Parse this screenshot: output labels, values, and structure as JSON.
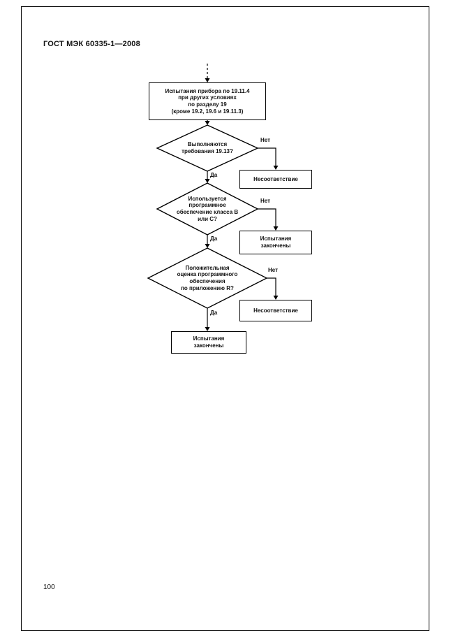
{
  "document": {
    "header": "ГОСТ МЭК 60335-1—2008",
    "page_number": "100"
  },
  "flowchart": {
    "labels": {
      "yes": "Да",
      "no": "Нет"
    },
    "start": {
      "lines": [
        "Испытания прибора по 19.11.4",
        "при других условиях",
        "по разделу 19",
        "(кроме 19.2, 19.6 и 19.11.3)"
      ]
    },
    "decision1": {
      "lines": [
        "Выполняются",
        "требования 19.13?"
      ]
    },
    "noncompliance1": {
      "label": "Несоответствие"
    },
    "decision2": {
      "lines": [
        "Используется",
        "программное",
        "обеспечение класса В",
        "или С?"
      ]
    },
    "tests_done_branch": {
      "lines": [
        "Испытания",
        "закончены"
      ]
    },
    "decision3": {
      "lines": [
        "Положительная",
        "оценка программного",
        "обеспечения",
        "по приложению R?"
      ]
    },
    "noncompliance2": {
      "label": "Несоответствие"
    },
    "tests_done_end": {
      "lines": [
        "Испытания",
        "закончены"
      ]
    }
  }
}
